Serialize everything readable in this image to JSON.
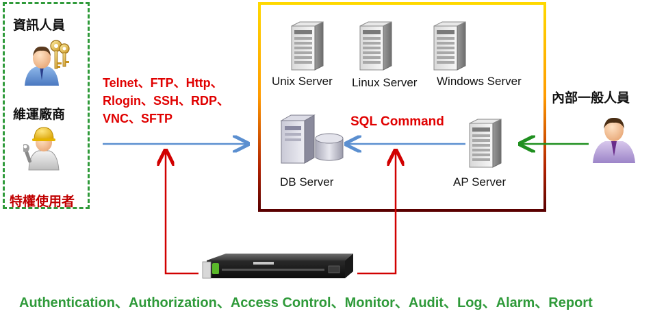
{
  "left_group": {
    "staff_label": "資訊人員",
    "vendor_label": "維運廠商",
    "group_label": "特權使用者"
  },
  "protocols": {
    "line1": "Telnet、FTP、Http、",
    "line2": "Rlogin、SSH、RDP、",
    "line3": "VNC、SFTP"
  },
  "servers": {
    "unix": "Unix Server",
    "linux": "Linux Server",
    "windows": "Windows Server",
    "db": "DB Server",
    "ap": "AP Server"
  },
  "sql_label": "SQL Command",
  "internal_user_label": "內部一般人員",
  "bottom_caption": "Authentication、Authorization、Access Control、Monitor、Audit、Log、Alarm、Report",
  "colors": {
    "dashed_border": "#2f9a3a",
    "blue_arrow": "#5b8fd0",
    "red_arrow": "#d10000",
    "green_arrow": "#1f8f1f"
  },
  "icons": [
    "it-staff-person-icon",
    "keys-icon",
    "vendor-worker-icon",
    "wrench-icon",
    "tower-server-icon",
    "database-server-icon",
    "internal-user-icon",
    "rack-appliance-icon"
  ]
}
